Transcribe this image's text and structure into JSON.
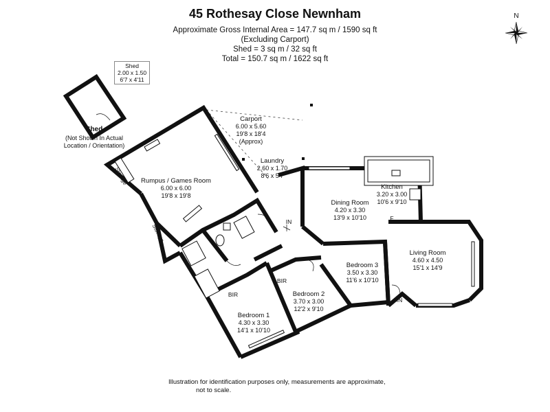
{
  "header": {
    "title": "45 Rothesay Close Newnham",
    "area_lines": [
      "Approximate Gross Internal Area = 147.7 sq m / 1590 sq ft",
      "(Excluding Carport)",
      "Shed = 3 sq m / 32 sq ft",
      "Total = 150.7 sq m / 1622 sq ft"
    ]
  },
  "compass": {
    "label": "N"
  },
  "shed": {
    "box_lines": [
      "Shed",
      "2.00 x 1.50",
      "6'7 x 4'11"
    ],
    "caption": "Shed",
    "note_lines": [
      "(Not Shown In Actual",
      "Location / Orientation)"
    ]
  },
  "rooms": {
    "carport": {
      "name": "Carport",
      "metric": "6.00 x 5.60",
      "imperial": "19'8 x 18'4",
      "note": "(Approx)"
    },
    "laundry": {
      "name": "Laundry",
      "metric": "2.60 x 1.70",
      "imperial": "8'6 x 5'7"
    },
    "rumpus": {
      "name": "Rumpus / Games Room",
      "metric": "6.00 x 6.00",
      "imperial": "19'8 x 19'8"
    },
    "kitchen": {
      "name": "Kitchen",
      "metric": "3.20 x 3.00",
      "imperial": "10'6 x 9'10"
    },
    "dining": {
      "name": "Dining Room",
      "metric": "4.20 x 3.30",
      "imperial": "13'9 x 10'10"
    },
    "living": {
      "name": "Living Room",
      "metric": "4.60 x 4.50",
      "imperial": "15'1 x 14'9"
    },
    "bed3": {
      "name": "Bedroom 3",
      "metric": "3.50 x 3.30",
      "imperial": "11'6 x 10'10"
    },
    "bed2": {
      "name": "Bedroom 2",
      "metric": "3.70 x 3.00",
      "imperial": "12'2 x 9'10"
    },
    "bed1": {
      "name": "Bedroom 1",
      "metric": "4.30 x 3.30",
      "imperial": "14'1 x 10'10"
    }
  },
  "small_labels": {
    "storage_a": "Storage",
    "storage_b": "Storage",
    "bir_a": "BIR",
    "bir_b": "BIR",
    "in_a": "IN",
    "in_b": "IN",
    "f": "F"
  },
  "footer_lines": [
    "Illustration for identification purposes only, measurements are approximate,",
    "not to scale."
  ]
}
